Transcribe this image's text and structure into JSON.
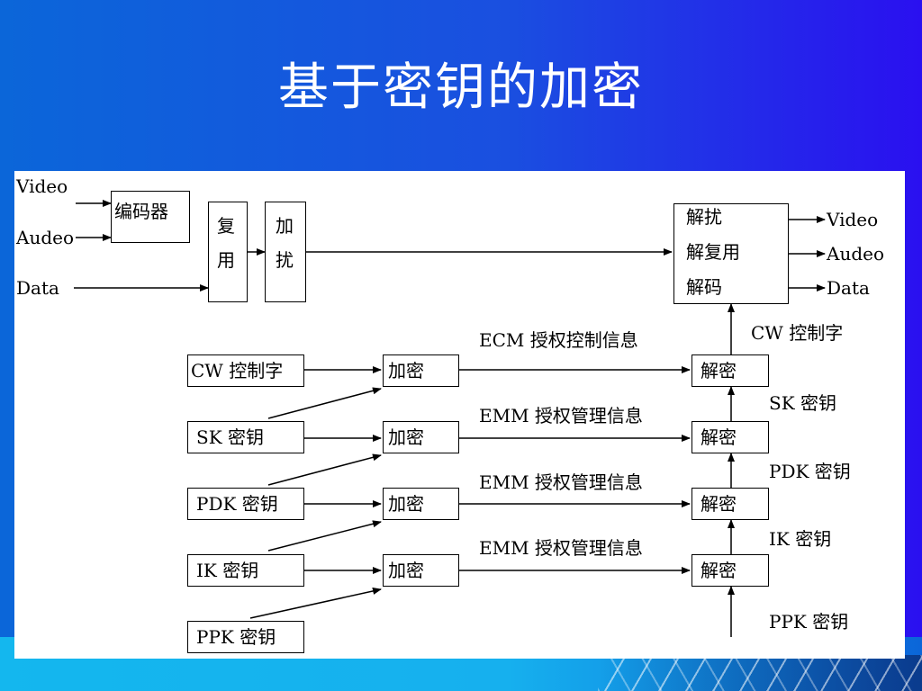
{
  "slide": {
    "title": "基于密钥的加密"
  },
  "diagram": {
    "inputs": {
      "video": "Video",
      "audio": "Audeo",
      "data": "Data"
    },
    "encoder": "编码器",
    "mux": [
      "复",
      "用"
    ],
    "scramble": [
      "加",
      "扰"
    ],
    "receiver": {
      "line1": "解扰",
      "line2": "解复用",
      "line3": "解码"
    },
    "outputs": {
      "video": "Video",
      "audio": "Audeo",
      "data": "Data"
    },
    "keys": {
      "cw": "CW 控制字",
      "sk": "SK 密钥",
      "pdk": "PDK 密钥",
      "ik": "IK 密钥",
      "ppk": "PPK 密钥"
    },
    "encrypt_label": "加密",
    "decrypt_label": "解密",
    "messages": {
      "ecm": "ECM 授权控制信息",
      "emm1": "EMM 授权管理信息",
      "emm2": "EMM 授权管理信息",
      "emm3": "EMM 授权管理信息"
    },
    "right_labels": {
      "cw": "CW 控制字",
      "sk": "SK 密钥",
      "pdk": "PDK 密钥",
      "ik": "IK 密钥",
      "ppk": "PPK 密钥"
    }
  }
}
